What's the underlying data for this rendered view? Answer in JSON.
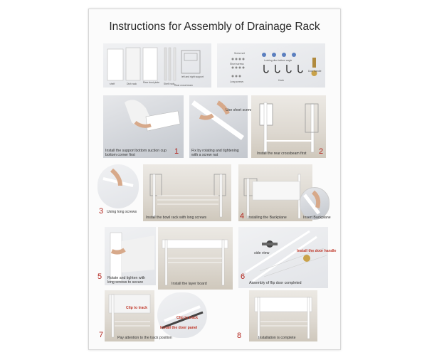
{
  "title": "Instructions for Assembly of Drainage Rack",
  "parts_left": [
    "shelf",
    "Dish rack",
    "Rear dust plate",
    "Shelf rods",
    "left and right support",
    "Rear cross beam"
  ],
  "parts_right": [
    "Screw set",
    "Locking disc bottom angle",
    "Short screws",
    "Long screws",
    "Hook",
    "Door handle"
  ],
  "steps": {
    "s1": {
      "num": "1",
      "caption": "Install the support bottom suction cup bottom corner first"
    },
    "s2a": {
      "caption": "Fix by rotating and tightening with a screw nut",
      "label": "Use short screws"
    },
    "s2b": {
      "num": "2",
      "caption": "Install the rear crossbeam first"
    },
    "s3": {
      "num": "3",
      "caption": "Using long screws"
    },
    "s3b": {
      "caption": "Install the bowl rack with long screws"
    },
    "s4": {
      "num": "4",
      "caption": "Installing the Backplane",
      "inset": "Insert Backplane"
    },
    "s5": {
      "num": "5",
      "caption": "Rotate and tighten with long screws to secure"
    },
    "s5b": {
      "caption": "Install the layer board"
    },
    "s6": {
      "num": "6",
      "caption": "Assembly of flip door completed",
      "side": "side view",
      "handle": "Install the door handle"
    },
    "s7": {
      "num": "7",
      "caption": "Pay attention to the track position",
      "clip": "Clip to track",
      "clip2": "Clip to track",
      "door": "Install the door panel"
    },
    "s8": {
      "num": "8",
      "caption": "Installation is complete"
    }
  },
  "colors": {
    "step_number": "#b3261e",
    "title": "#2a2a2a",
    "red_caption": "#c0392b"
  }
}
